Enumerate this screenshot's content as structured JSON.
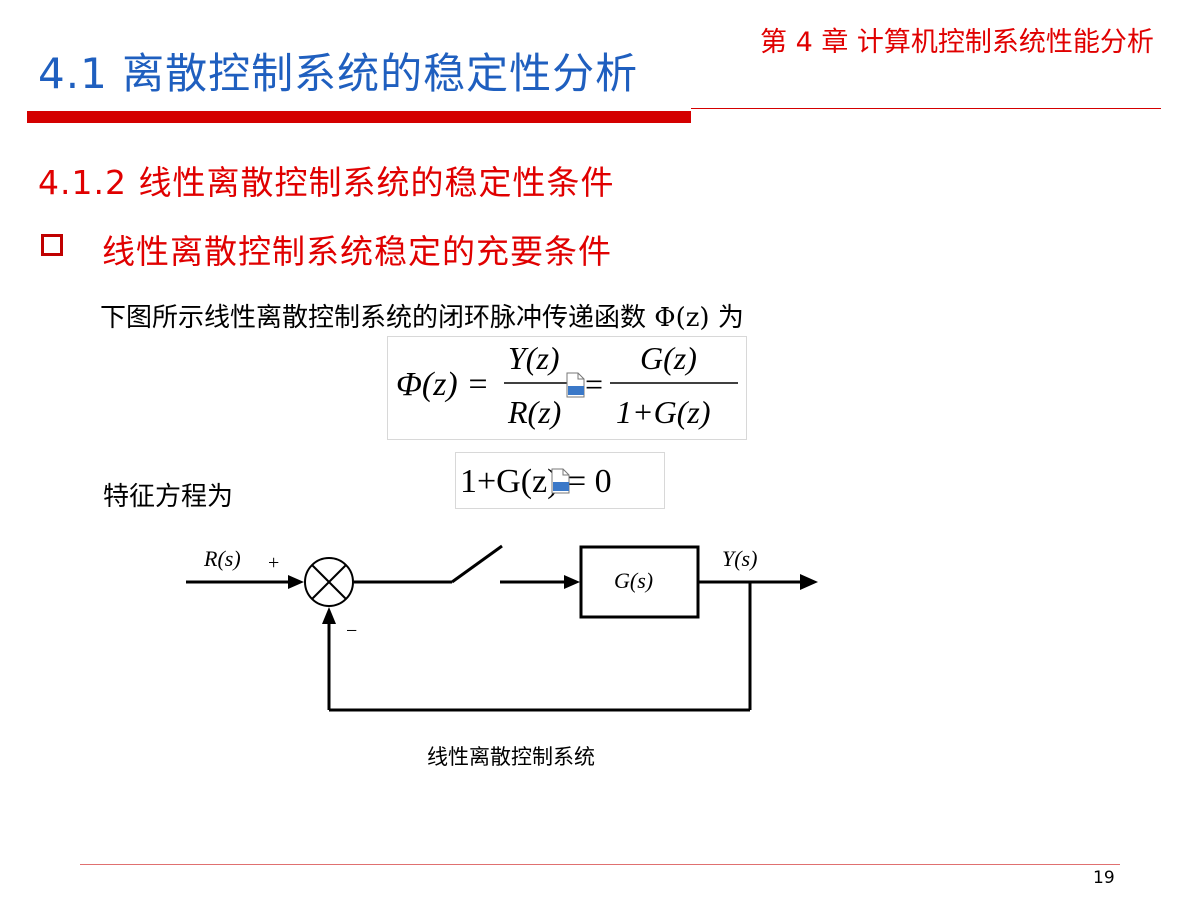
{
  "header": {
    "chapter": "第 4 章  计算机控制系统性能分析",
    "section_title": "4.1  离散控制系统的稳定性分析"
  },
  "subsection": {
    "title": "4.1.2  线性离散控制系统的稳定性条件"
  },
  "bullet": {
    "text": "线性离散控制系统稳定的充要条件"
  },
  "body": {
    "intro_prefix": "下图所示线性离散控制系统的闭环脉冲传递函数 ",
    "intro_symbol": "Φ(z)",
    "intro_suffix": " 为",
    "feature_label": "特征方程为"
  },
  "equations": {
    "transfer_lhs": "Φ(z) =",
    "frac1_num": "Y(z)",
    "frac1_den": "R(z)",
    "equals": "=",
    "frac2_num": "G(z)",
    "frac2_den": "1+G(z)",
    "characteristic": "1+G(z) = 0"
  },
  "diagram": {
    "input_label": "R(s)",
    "plus_sign": "+",
    "minus_sign": "−",
    "block_label": "G(s)",
    "output_label": "Y(s)",
    "caption": "线性离散控制系统"
  },
  "footer": {
    "page_number": "19"
  },
  "icons": {
    "ole_object": "ole-object-icon",
    "bullet": "square-bullet-icon"
  },
  "colors": {
    "accent_red": "#e00000",
    "title_blue": "#1f5fbf",
    "bar_red": "#d40000"
  }
}
